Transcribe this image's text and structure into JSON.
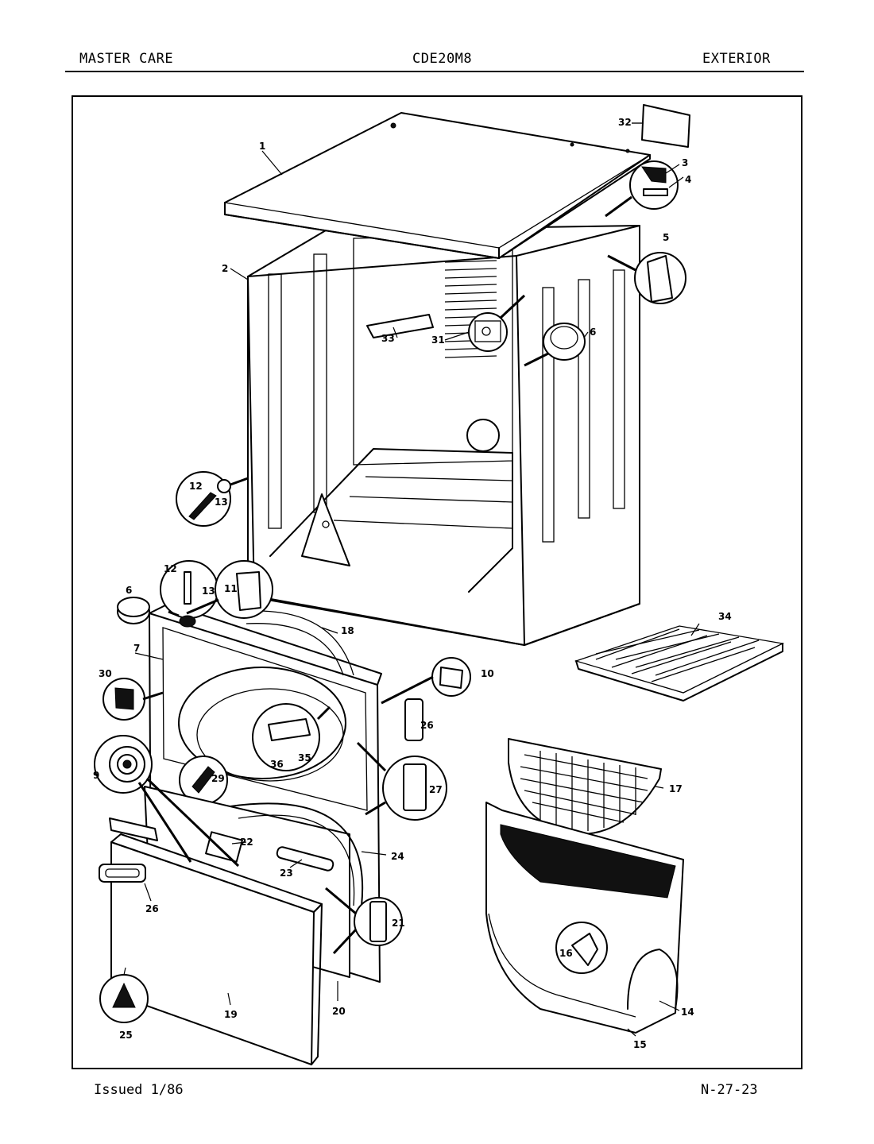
{
  "header": {
    "brand": "MASTER CARE",
    "model": "CDE20M8",
    "section": "EXTERIOR"
  },
  "footer": {
    "issued": "Issued 1/86",
    "page_code": "N-27-23"
  },
  "part_labels": {
    "p1": "1",
    "p2": "2",
    "p3": "3",
    "p4": "4",
    "p5": "5",
    "p6a": "6",
    "p6b": "6",
    "p7": "7",
    "p9": "9",
    "p10": "10",
    "p11": "11",
    "p12a": "12",
    "p12b": "12",
    "p13a": "13",
    "p13b": "13",
    "p14": "14",
    "p15": "15",
    "p16": "16",
    "p17": "17",
    "p18": "18",
    "p19": "19",
    "p20": "20",
    "p21": "21",
    "p22": "22",
    "p23": "23",
    "p24": "24",
    "p25": "25",
    "p26a": "26",
    "p26b": "26",
    "p27": "27",
    "p29": "29",
    "p30": "30",
    "p31": "31",
    "p32": "32",
    "p33": "33",
    "p34": "34",
    "p35": "35",
    "p36": "36"
  }
}
